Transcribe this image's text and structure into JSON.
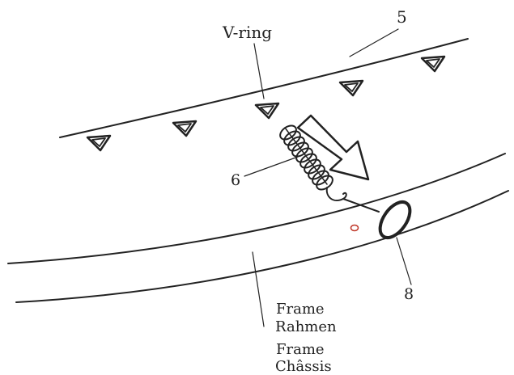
{
  "labels": {
    "vring": "V-ring",
    "num5": "5",
    "num6": "6",
    "num8": "8",
    "frame_en": "Frame",
    "frame_de": "Rahmen",
    "frame_fr_1": "Frame",
    "frame_fr_2": "Châssis"
  },
  "colors": {
    "line": "#222222",
    "background": "#ffffff",
    "marker": "#c0392b"
  }
}
